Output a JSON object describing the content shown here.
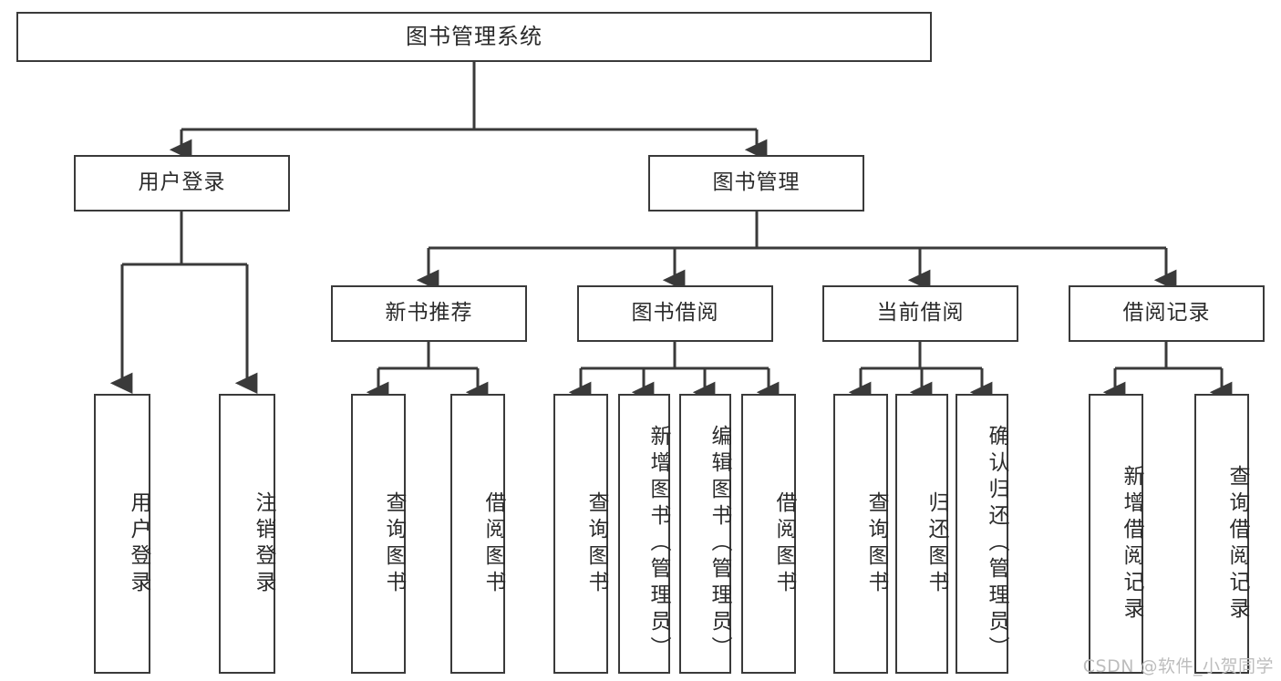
{
  "diagram": {
    "type": "tree-hierarchy",
    "title": "图书管理系统",
    "nodes": {
      "root": {
        "label": "图书管理系统"
      },
      "level2": [
        {
          "id": "user-login",
          "label": "用户登录"
        },
        {
          "id": "book-management",
          "label": "图书管理"
        }
      ],
      "level3": [
        {
          "id": "new-book-recommend",
          "label": "新书推荐"
        },
        {
          "id": "book-borrow",
          "label": "图书借阅"
        },
        {
          "id": "current-borrow",
          "label": "当前借阅"
        },
        {
          "id": "borrow-record",
          "label": "借阅记录"
        }
      ],
      "leaves": {
        "user-login": [
          {
            "id": "leaf-user-login",
            "label": "用户登录"
          },
          {
            "id": "leaf-logout-login",
            "label": "注销登录"
          }
        ],
        "new-book-recommend": [
          {
            "id": "leaf-query-book-1",
            "label": "查询图书"
          },
          {
            "id": "leaf-borrow-book-1",
            "label": "借阅图书"
          }
        ],
        "book-borrow": [
          {
            "id": "leaf-query-book-2",
            "label": "查询图书"
          },
          {
            "id": "leaf-add-book",
            "label": "新增图书（管理员）"
          },
          {
            "id": "leaf-edit-book",
            "label": "编辑图书（管理员）"
          },
          {
            "id": "leaf-borrow-book-2",
            "label": "借阅图书"
          }
        ],
        "current-borrow": [
          {
            "id": "leaf-query-book-3",
            "label": "查询图书"
          },
          {
            "id": "leaf-return-book",
            "label": "归还图书"
          },
          {
            "id": "leaf-confirm-return",
            "label": "确认归还（管理员）"
          }
        ],
        "borrow-record": [
          {
            "id": "leaf-add-record",
            "label": "新增借阅记录"
          },
          {
            "id": "leaf-query-record",
            "label": "查询借阅记录"
          }
        ]
      }
    },
    "colors": {
      "stroke": "#3a3a3a",
      "background": "#ffffff",
      "text": "#2b2b2b",
      "watermark": "#bdbdbd"
    }
  },
  "watermark": {
    "text": "CSDN @软件_小贺同学"
  }
}
